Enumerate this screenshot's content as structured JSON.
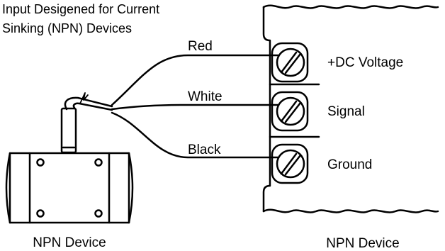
{
  "title": {
    "line1": "Input Desigened for Current",
    "line2": "Sinking (NPN) Devices"
  },
  "terminals": [
    {
      "wire_label": "Red",
      "terminal_label": "+DC Voltage"
    },
    {
      "wire_label": "White",
      "terminal_label": "Signal"
    },
    {
      "wire_label": "Black",
      "terminal_label": "Ground"
    }
  ],
  "left_device_label": "NPN Device",
  "right_device_label": "NPN Device",
  "colors": {
    "line": "#000000",
    "background": "#ffffff"
  }
}
